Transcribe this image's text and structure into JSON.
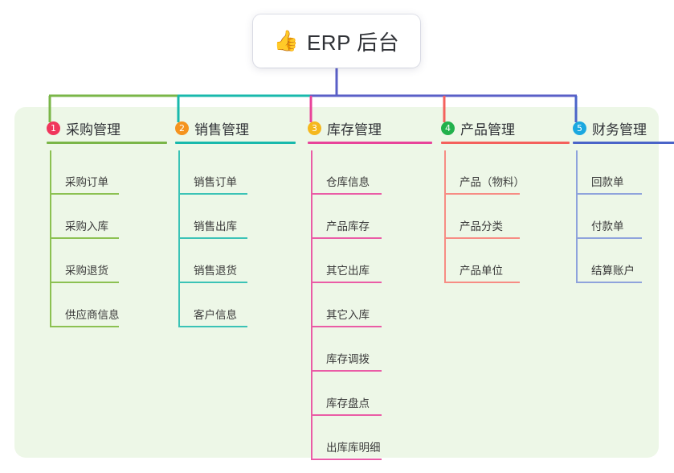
{
  "title": {
    "icon": "thumbs-up-emoji",
    "emoji": "👍",
    "text": "ERP 后台"
  },
  "theme": {
    "page_background": "#ffffff",
    "board_background": "#edf7e7",
    "card_background": "#ffffff",
    "text_color": "#2f3136",
    "root_connector": "#5a5fc7"
  },
  "columns": [
    {
      "number": "1",
      "label": "采购管理",
      "badge_color": "#f0365c",
      "line_color": "#7ab648",
      "leaf_line_color": "#8cc152",
      "items": [
        {
          "label": "采购订单"
        },
        {
          "label": "采购入库"
        },
        {
          "label": "采购退货"
        },
        {
          "label": "供应商信息"
        }
      ]
    },
    {
      "number": "2",
      "label": "销售管理",
      "badge_color": "#f5931e",
      "line_color": "#18b9ac",
      "leaf_line_color": "#3bc3b6",
      "items": [
        {
          "label": "销售订单"
        },
        {
          "label": "销售出库"
        },
        {
          "label": "销售退货"
        },
        {
          "label": "客户信息"
        }
      ]
    },
    {
      "number": "3",
      "label": "库存管理",
      "badge_color": "#f5b81e",
      "line_color": "#e8449a",
      "leaf_line_color": "#ea5ca6",
      "items": [
        {
          "label": "仓库信息"
        },
        {
          "label": "产品库存"
        },
        {
          "label": "其它出库"
        },
        {
          "label": "其它入库"
        },
        {
          "label": "库存调拨"
        },
        {
          "label": "库存盘点"
        },
        {
          "label": "出库库明细"
        }
      ]
    },
    {
      "number": "4",
      "label": "产品管理",
      "badge_color": "#22b14c",
      "line_color": "#f4615c",
      "leaf_line_color": "#f78c84",
      "items": [
        {
          "label": "产品（物料）"
        },
        {
          "label": "产品分类"
        },
        {
          "label": "产品单位"
        }
      ]
    },
    {
      "number": "5",
      "label": "财务管理",
      "badge_color": "#1ba8e0",
      "line_color": "#4a64c8",
      "leaf_line_color": "#8fa3dc",
      "items": [
        {
          "label": "回款单"
        },
        {
          "label": "付款单"
        },
        {
          "label": "结算账户"
        }
      ]
    }
  ]
}
